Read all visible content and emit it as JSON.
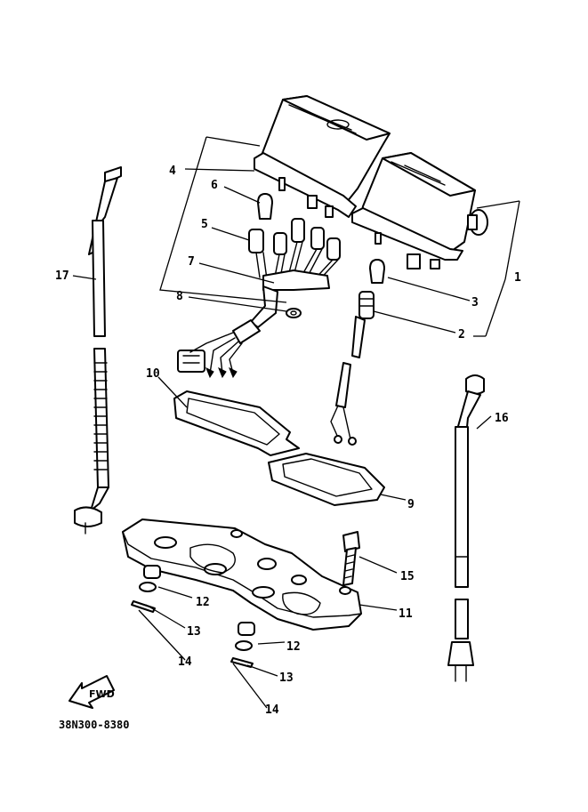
{
  "diagram": {
    "drawing_code": "38N300-8380",
    "direction_marker": "FWD",
    "callouts": {
      "c1": "1",
      "c2": "2",
      "c3": "3",
      "c4": "4",
      "c5": "5",
      "c6": "6",
      "c7": "7",
      "c8": "8",
      "c9": "9",
      "c10": "10",
      "c11": "11",
      "c12a": "12",
      "c12b": "12",
      "c13a": "13",
      "c13b": "13",
      "c14a": "14",
      "c14b": "14",
      "c15": "15",
      "c16": "16",
      "c17": "17"
    }
  }
}
